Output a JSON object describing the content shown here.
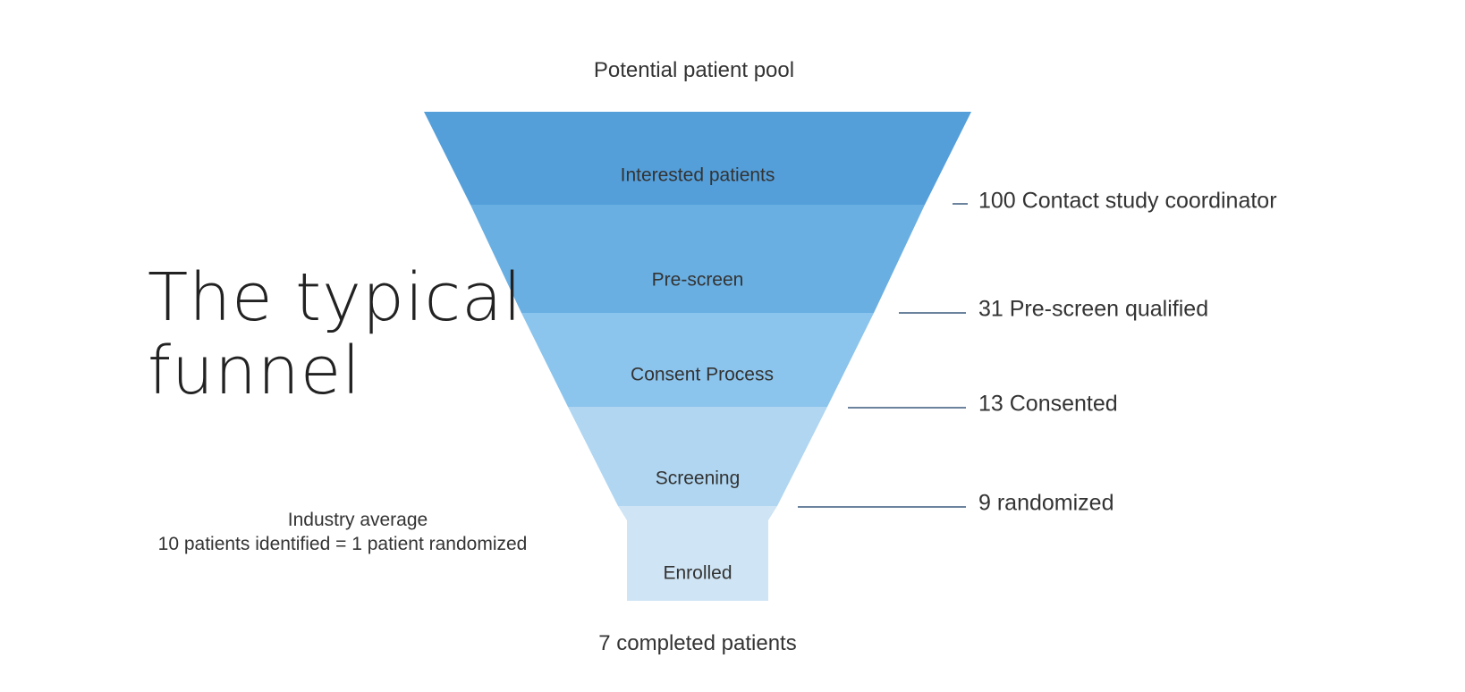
{
  "heading": {
    "line1": "The typical",
    "line2": "funnel"
  },
  "top_label": "Potential patient pool",
  "bottom_label": "7 completed patients",
  "note": {
    "line1": "Industry average",
    "line2": "10 patients identified = 1 patient randomized"
  },
  "stages": [
    {
      "label": "Interested patients",
      "color": "#549fda"
    },
    {
      "label": "Pre-screen",
      "color": "#6aafe2"
    },
    {
      "label": "Consent Process",
      "color": "#8bc4ec"
    },
    {
      "label": "Screening",
      "color": "#b0d6f1"
    },
    {
      "label": "Enrolled",
      "color": "#cfe4f4"
    }
  ],
  "side_labels": [
    "100 Contact study coordinator",
    "31 Pre-screen qualified",
    "13 Consented",
    "9 randomized"
  ],
  "colors": {
    "connector_line": "#3a5a7c",
    "text": "#333333"
  }
}
